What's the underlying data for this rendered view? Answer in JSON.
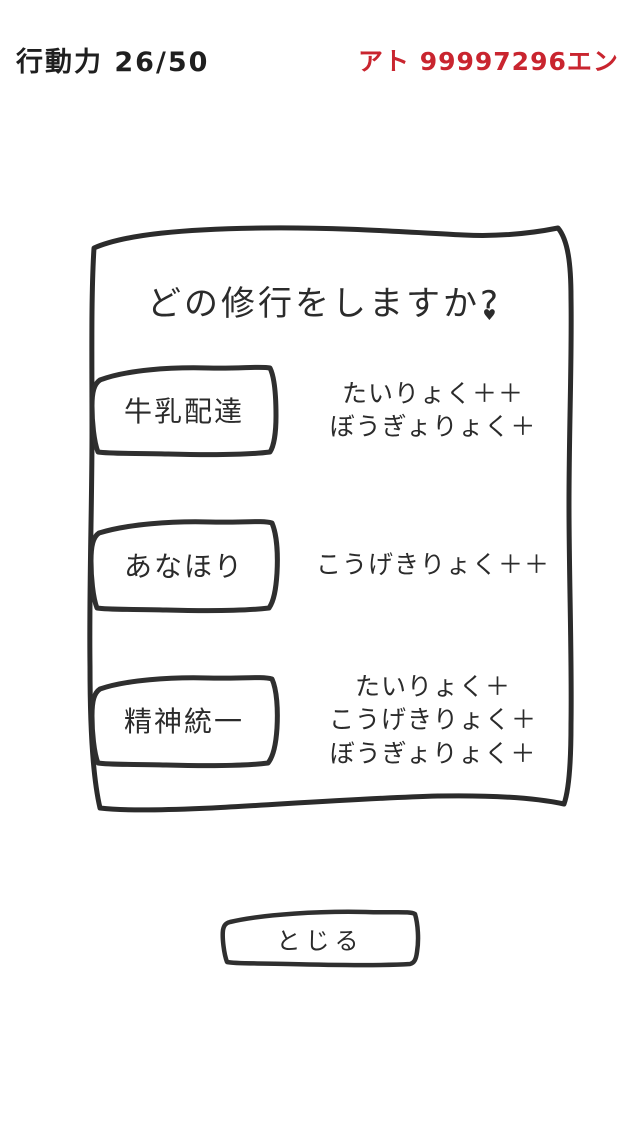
{
  "hud": {
    "stamina_text": "行動力  26/50",
    "stamina_current": 26,
    "stamina_max": 50,
    "money_text": "アト  99997296エン",
    "money_amount": 99997296,
    "money_color": "#c9252f"
  },
  "dialog": {
    "title": "どの修行をしますか",
    "title_suffix": "?",
    "options": [
      {
        "label": "牛乳配達",
        "effects": [
          "たいりょく＋＋",
          "ぼうぎょりょく＋"
        ]
      },
      {
        "label": "あなほり",
        "effects": [
          "こうげきりょく＋＋"
        ]
      },
      {
        "label": "精神統一",
        "effects": [
          "たいりょく＋",
          "こうげきりょく＋",
          "ぼうぎょりょく＋"
        ]
      }
    ]
  },
  "close_button": {
    "label": "とじる"
  },
  "theme": {
    "background": "#ffffff",
    "ink": "#2b2b2b",
    "accent_red": "#c9252f"
  }
}
